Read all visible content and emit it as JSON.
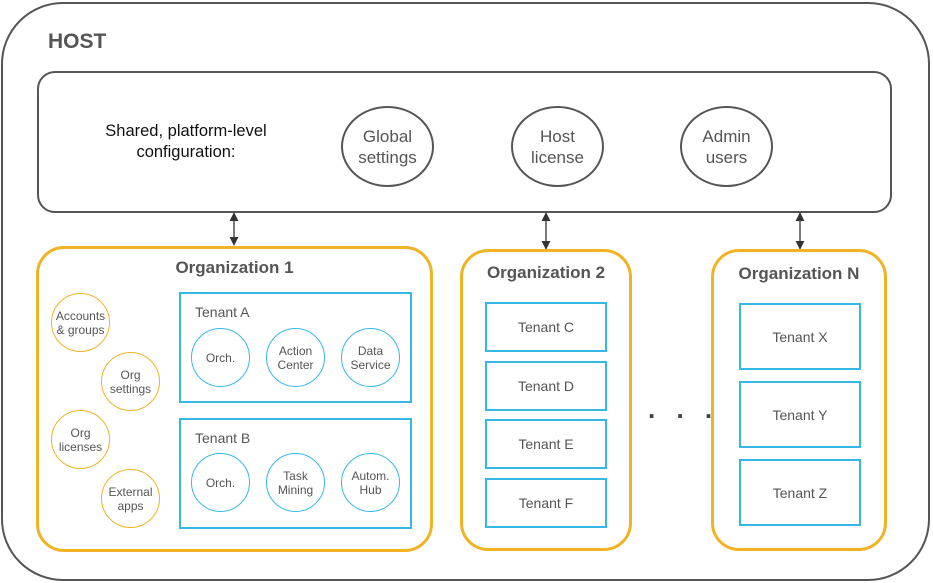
{
  "host": {
    "label": "HOST"
  },
  "shared": {
    "label": "Shared, platform-level configuration:",
    "items": [
      {
        "label": "Global settings"
      },
      {
        "label": "Host license"
      },
      {
        "label": "Admin users"
      }
    ]
  },
  "org1": {
    "title": "Organization 1",
    "features": [
      {
        "label": "Accounts & groups"
      },
      {
        "label": "Org settings"
      },
      {
        "label": "Org licenses"
      },
      {
        "label": "External apps"
      }
    ],
    "tenants": [
      {
        "label": "Tenant A",
        "services": [
          "Orch.",
          "Action Center",
          "Data Service"
        ]
      },
      {
        "label": "Tenant B",
        "services": [
          "Orch.",
          "Task Mining",
          "Autom. Hub"
        ]
      }
    ]
  },
  "org2": {
    "title": "Organization 2",
    "tenants": [
      "Tenant C",
      "Tenant D",
      "Tenant E",
      "Tenant F"
    ]
  },
  "ellipsis": ". . .",
  "orgN": {
    "title": "Organization N",
    "tenants": [
      "Tenant X",
      "Tenant Y",
      "Tenant Z"
    ]
  }
}
